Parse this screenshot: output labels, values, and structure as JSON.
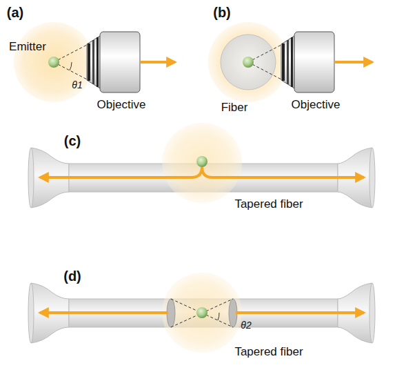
{
  "diagram": {
    "labels": [
      "(a)",
      "Emitter",
      "θ1",
      "Objective",
      "(b)",
      "Fiber",
      "Objective",
      "(c)",
      "Tapered fiber",
      "(d)",
      "θ2",
      "Tapered fiber"
    ]
  }
}
